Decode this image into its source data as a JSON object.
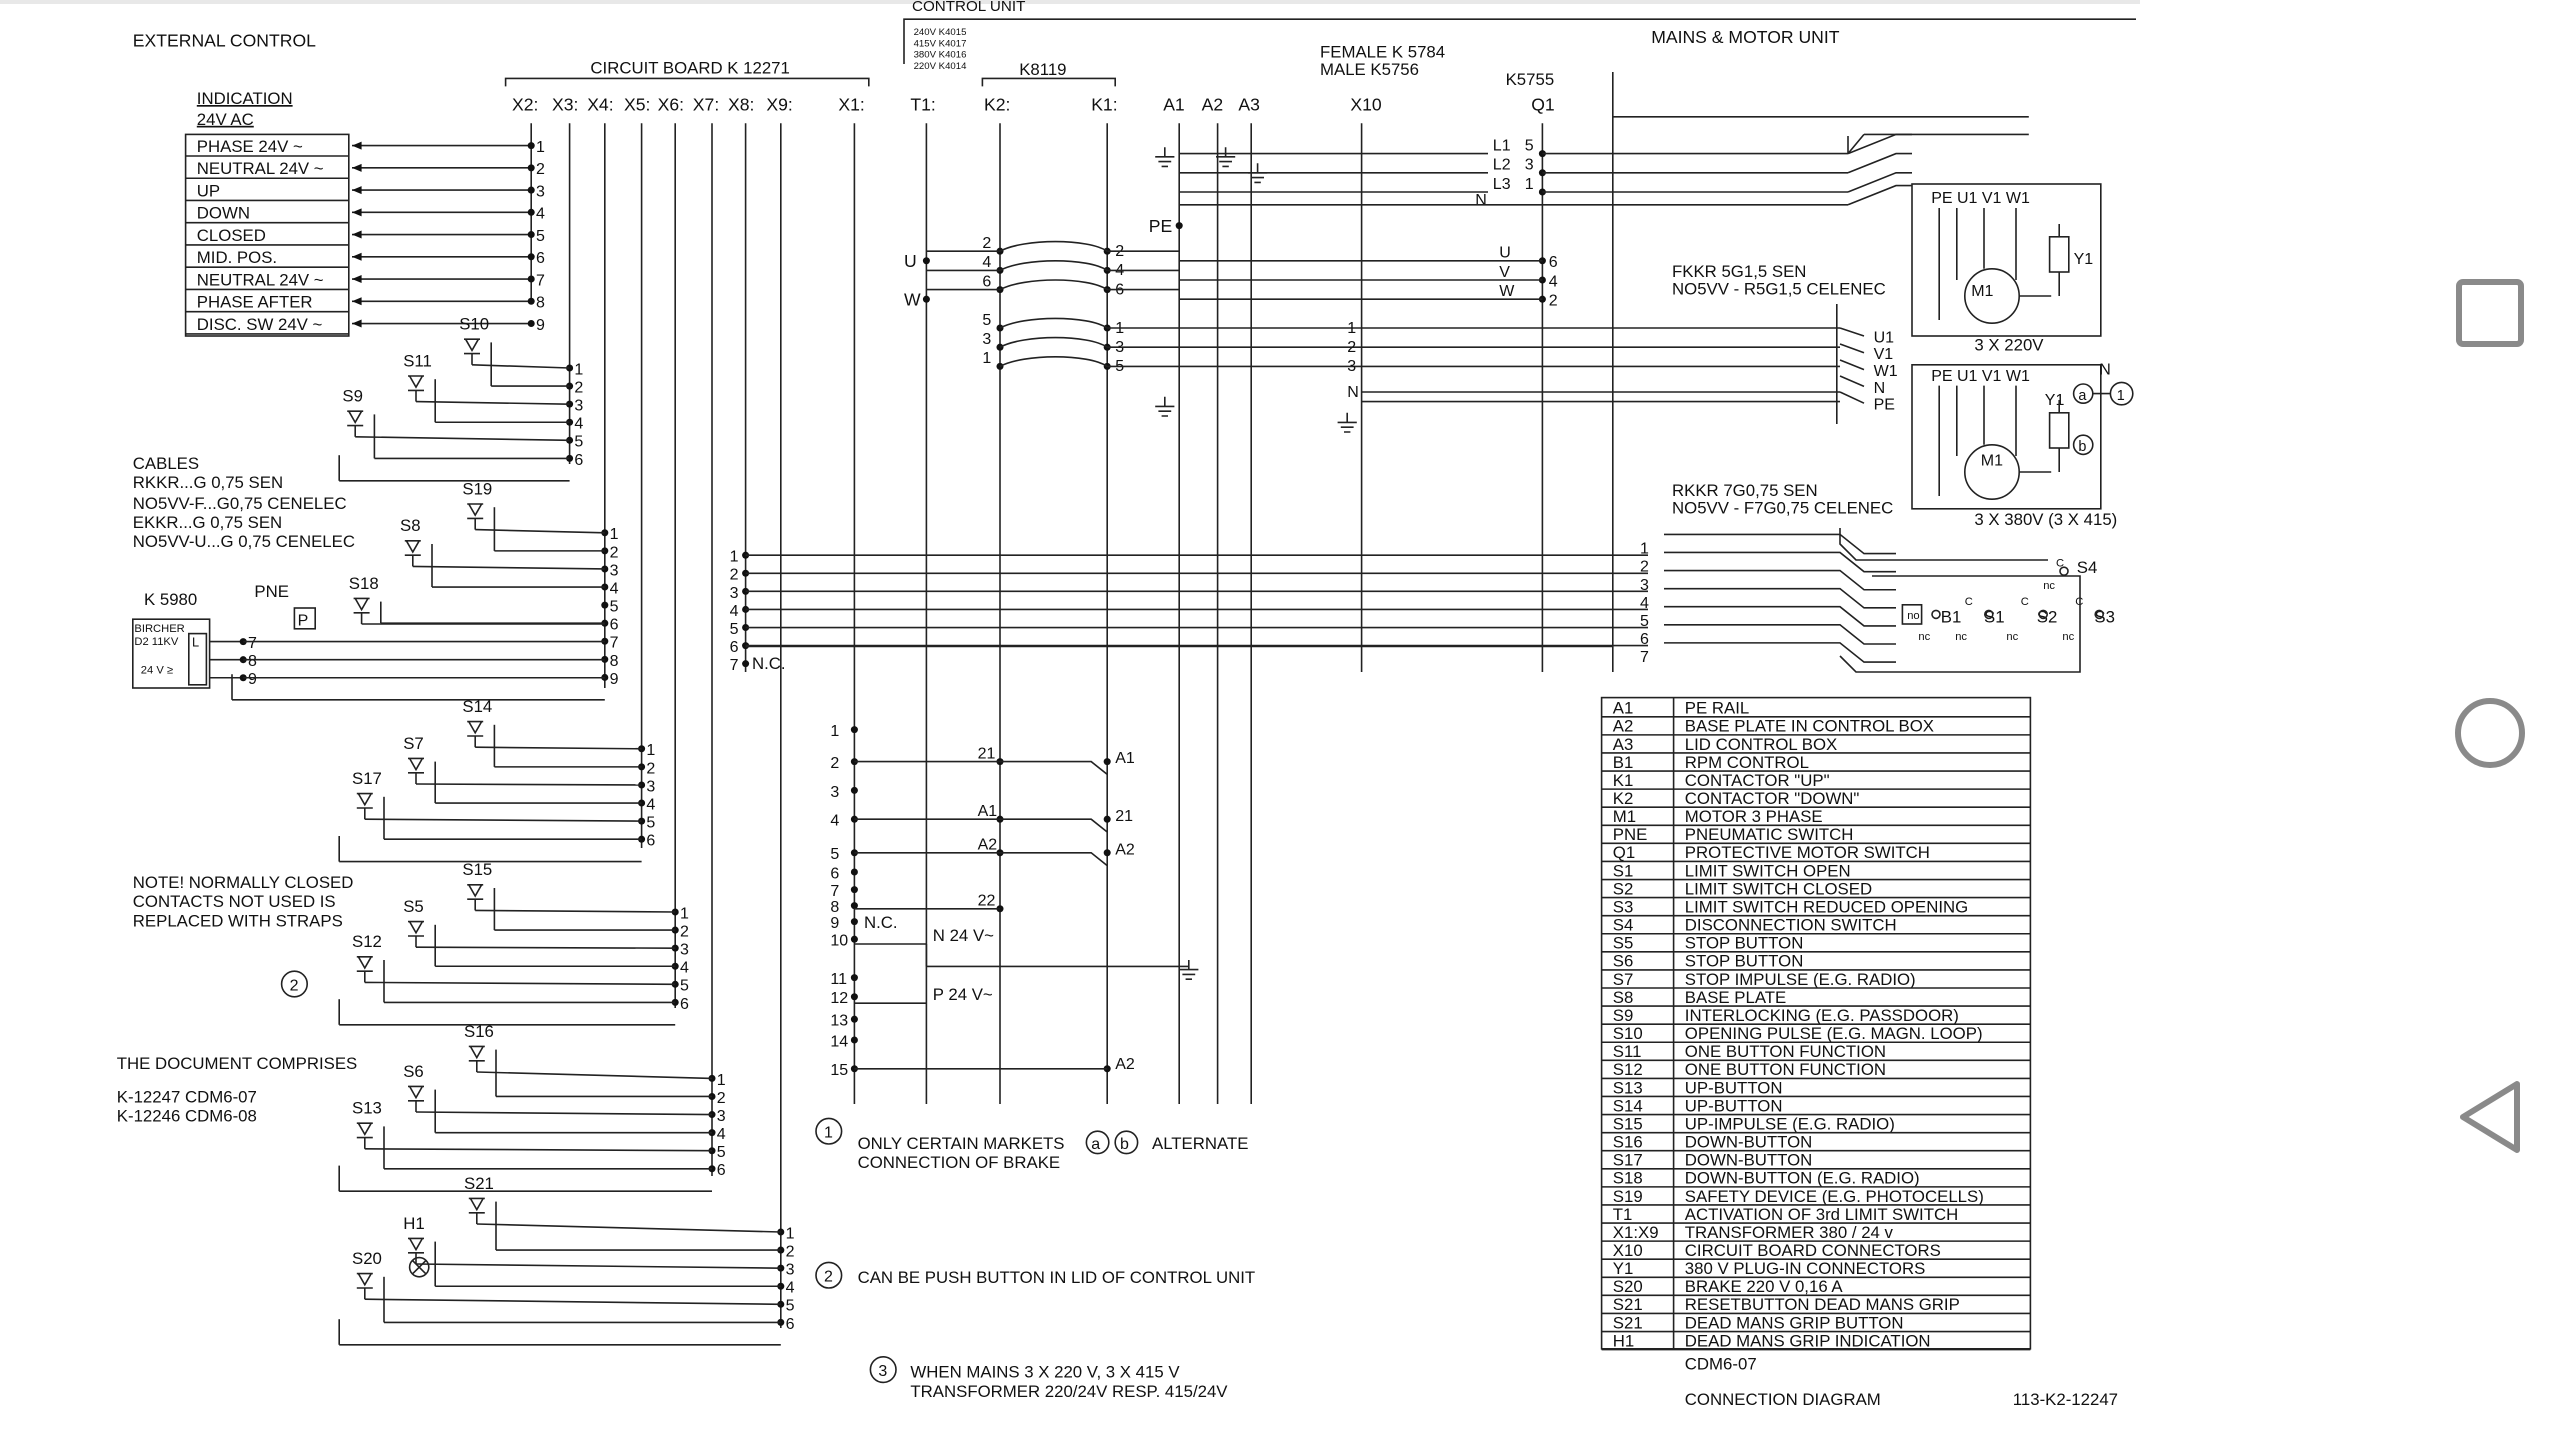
{
  "header": {
    "external_control": "EXTERNAL CONTROL",
    "control_unit": "CONTROL UNIT",
    "circuit_board": "CIRCUIT BOARD K 12271",
    "voltages": [
      "240V K4015",
      "415V K4017",
      "380V K4016",
      "220V K4014"
    ],
    "k8119": "K8119",
    "female": "FEMALE K 5784",
    "male": "MALE K5756",
    "k5755": "K5755",
    "mains_motor": "MAINS & MOTOR UNIT"
  },
  "connectors": [
    "X2:",
    "X3:",
    "X4:",
    "X5:",
    "X6:",
    "X7:",
    "X8:",
    "X9:",
    "X1:",
    "T1:",
    "K2:",
    "K1:",
    "A1",
    "A2",
    "A3",
    "X10",
    "Q1"
  ],
  "indication": {
    "title": "INDICATION",
    "subtitle": "24V AC",
    "rows": [
      "PHASE 24V ~",
      "NEUTRAL 24V ~",
      "UP",
      "DOWN",
      "CLOSED",
      "MID. POS.",
      "NEUTRAL 24V ~",
      "PHASE AFTER",
      "DISC. SW 24V ~"
    ]
  },
  "cables": [
    "CABLES",
    "RKKR...G 0,75 SEN",
    "NO5VV-F...G0,75 CENELEC",
    "EKKR...G 0,75 SEN",
    "NO5VV-U...G 0,75 CENELEC"
  ],
  "k5980": {
    "label": "K 5980",
    "pne": "PNE",
    "p": "P",
    "bircher": "BIRCHER",
    "d2": "D2 11KV",
    "volt": "24 V ≥",
    "l": "L"
  },
  "switches": [
    "S10",
    "S11",
    "S9",
    "S19",
    "S8",
    "S18",
    "S14",
    "S7",
    "S17",
    "S15",
    "S5",
    "S12",
    "S16",
    "S6",
    "S13",
    "S21",
    "H1",
    "S20"
  ],
  "note": [
    "NOTE! NORMALLY CLOSED",
    "CONTACTS NOT USED IS",
    "REPLACED WITH STRAPS"
  ],
  "document": {
    "title": "THE DOCUMENT COMPRISES",
    "line1": "K-12247   CDM6-07",
    "line2": "K-12246   CDM6-08"
  },
  "footnotes": {
    "n1_num": "1",
    "n1_text": "ONLY CERTAIN MARKETS",
    "n1_a": "a",
    "n1_b": "b",
    "n1_alt": "ALTERNATE",
    "n1_text2": "CONNECTION OF BRAKE",
    "n2_num": "2",
    "n2_text": "CAN BE PUSH BUTTON IN LID OF CONTROL UNIT",
    "n3_num": "3",
    "n3_text1": "WHEN MAINS 3 X 220 V, 3 X 415 V",
    "n3_text2": "TRANSFORMER 220/24V RESP. 415/24V"
  },
  "circle2": "2",
  "misc": {
    "u": "U",
    "w": "W",
    "pe": "PE",
    "n": "N",
    "nc": "N.C.",
    "n24": "N 24 V~",
    "p24": "P 24 V~",
    "l1": "L1",
    "l2": "L2",
    "l3": "L3",
    "n1": "5",
    "n2": "3",
    "n3": "1",
    "uvw_u": "U",
    "uvw_v": "V",
    "uvw_w": "W"
  },
  "cable_fkkr": [
    "FKKR 5G1,5 SEN",
    "NO5VV - R5G1,5 CELENEC"
  ],
  "cable_rkkr": [
    "RKKR 7G0,75 SEN",
    "NO5VV - F7G0,75 CELENEC"
  ],
  "fkkr_terms": [
    "U1",
    "V1",
    "W1",
    "N",
    "PE"
  ],
  "motor1": {
    "terms": "PE U1 V1  W1",
    "m": "M1",
    "y": "Y1",
    "caption": "3 X 220V"
  },
  "motor2": {
    "terms": "PE U1 V1  W1",
    "m": "M1",
    "y": "Y1",
    "a": "a",
    "b": "b",
    "one": "1",
    "n": "N",
    "caption": "3 X 380V (3 X 415)"
  },
  "limit_switches": {
    "s4": "S4",
    "b1": "B1",
    "s1": "S1",
    "s2": "S2",
    "s3": "S3",
    "c": "C",
    "nc": "nc",
    "no": "no"
  },
  "legend": [
    [
      "A1",
      "PE RAIL"
    ],
    [
      "A2",
      "BASE PLATE IN CONTROL BOX"
    ],
    [
      "A3",
      "LID CONTROL BOX"
    ],
    [
      "B1",
      "RPM CONTROL"
    ],
    [
      "K1",
      "CONTACTOR \"UP\""
    ],
    [
      "K2",
      "CONTACTOR \"DOWN\""
    ],
    [
      "M1",
      "MOTOR 3 PHASE"
    ],
    [
      "PNE",
      "PNEUMATIC SWITCH"
    ],
    [
      "Q1",
      "PROTECTIVE MOTOR SWITCH"
    ],
    [
      "S1",
      "LIMIT SWITCH OPEN"
    ],
    [
      "S2",
      "LIMIT SWITCH CLOSED"
    ],
    [
      "S3",
      "LIMIT SWITCH REDUCED OPENING"
    ],
    [
      "S4",
      "DISCONNECTION SWITCH"
    ],
    [
      "S5",
      "STOP BUTTON"
    ],
    [
      "S6",
      "STOP BUTTON"
    ],
    [
      "S7",
      "STOP IMPULSE (E.G. RADIO)"
    ],
    [
      "S8",
      "BASE PLATE"
    ],
    [
      "S9",
      "INTERLOCKING (E.G. PASSDOOR)"
    ],
    [
      "S10",
      "OPENING PULSE (E.G. MAGN. LOOP)"
    ],
    [
      "S11",
      "ONE BUTTON FUNCTION"
    ],
    [
      "S12",
      "ONE BUTTON FUNCTION"
    ],
    [
      "S13",
      "UP-BUTTON"
    ],
    [
      "S14",
      "UP-BUTTON"
    ],
    [
      "S15",
      "UP-IMPULSE (E.G. RADIO)"
    ],
    [
      "S16",
      "DOWN-BUTTON"
    ],
    [
      "S17",
      "DOWN-BUTTON"
    ],
    [
      "S18",
      "DOWN-BUTTON (E.G. RADIO)"
    ],
    [
      "S19",
      "SAFETY DEVICE (E.G. PHOTOCELLS)"
    ],
    [
      "T1",
      "ACTIVATION OF 3rd LIMIT SWITCH"
    ],
    [
      "X1:X9",
      "TRANSFORMER 380 / 24 v"
    ],
    [
      "X10",
      "CIRCUIT BOARD CONNECTORS"
    ],
    [
      "Y1",
      "380 V PLUG-IN CONNECTORS"
    ],
    [
      "S20",
      "BRAKE 220 V 0,16 A"
    ],
    [
      "S21",
      "RESETBUTTON DEAD MANS GRIP"
    ],
    [
      "S21",
      "DEAD MANS GRIP BUTTON"
    ],
    [
      "H1",
      "DEAD MANS GRIP INDICATION"
    ]
  ],
  "footer": {
    "code": "CDM6-07",
    "title": "CONNECTION DIAGRAM",
    "number": "113-K2-12247"
  },
  "nav": {
    "recent": "square-icon",
    "home": "circle-icon",
    "back": "triangle-icon"
  }
}
